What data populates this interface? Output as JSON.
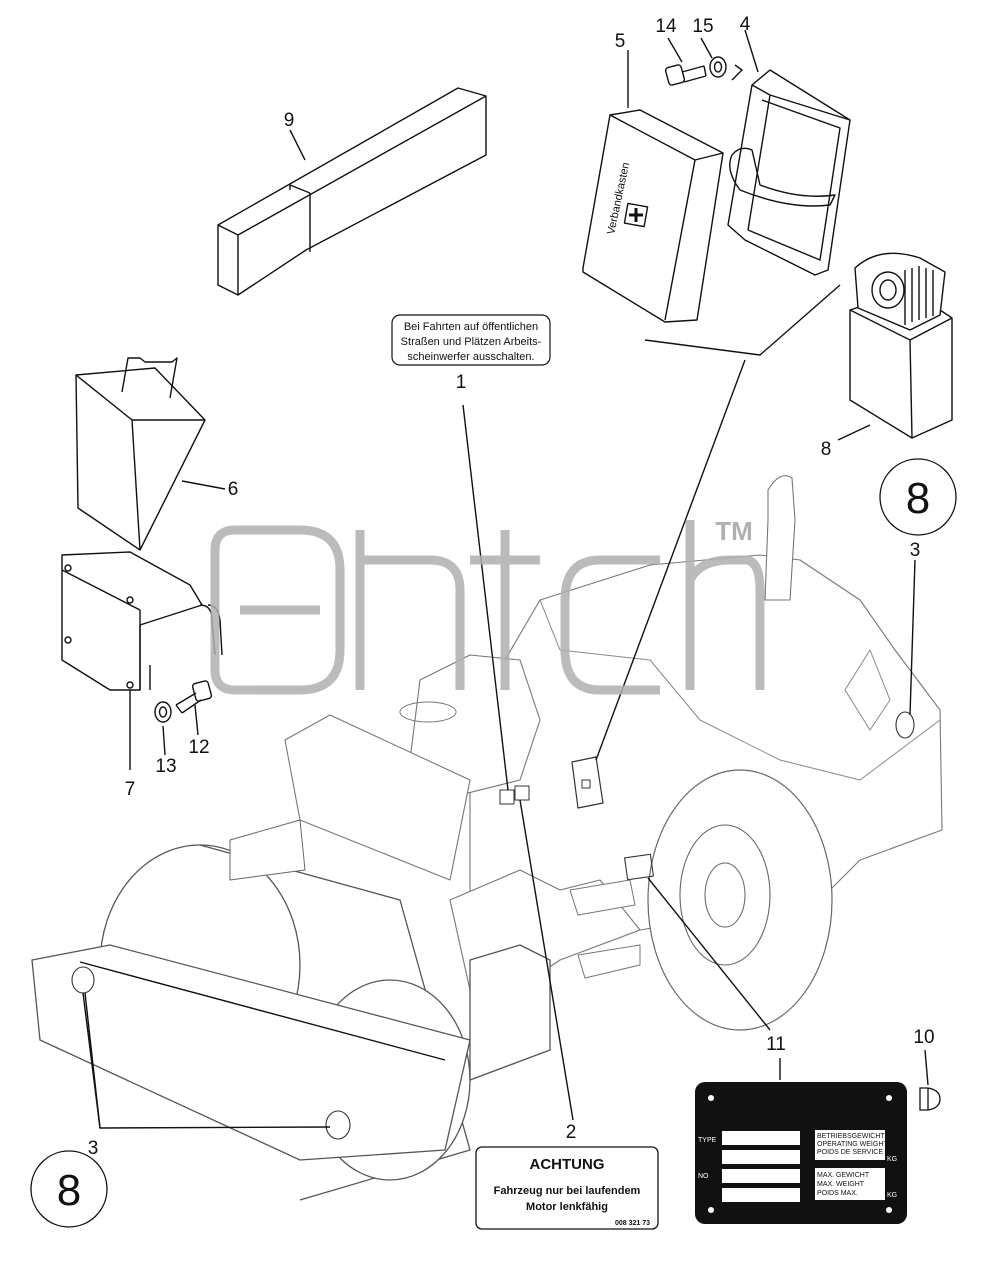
{
  "callouts": {
    "c1": "1",
    "c2": "2",
    "c3a": "3",
    "c3b": "3",
    "c4": "4",
    "c5": "5",
    "c6": "6",
    "c7": "7",
    "c8": "8",
    "c9": "9",
    "c10": "10",
    "c11": "11",
    "c12": "12",
    "c13": "13",
    "c14": "14",
    "c15": "15"
  },
  "decal_8": "8",
  "note_label": {
    "line1": "Bei Fahrten auf öffentlichen",
    "line2": "Straßen und Plätzen Arbeits-",
    "line3": "scheinwerfer ausschalten."
  },
  "first_aid_kit": {
    "text": "Verbandkasten"
  },
  "achtung_label": {
    "title": "ACHTUNG",
    "line1": "Fahrzeug nur bei laufendem",
    "line2": "Motor lenkfähig",
    "code": "008 321 73"
  },
  "type_plate": {
    "type": "TYPE",
    "no": "NO",
    "weight1": "BETRIEBSGEWICHT",
    "weight2": "OPERATING WEIGHT",
    "weight3": "POIDS DE SERVICE",
    "max1": "MAX. GEWICHT",
    "max2": "MAX. WEIGHT",
    "max3": "POIDS MAX.",
    "kg1": "KG",
    "kg2": "KG"
  },
  "watermark": {
    "tm": "TM"
  },
  "colors": {
    "line": "#111111",
    "watermark": "#b0b0b0"
  }
}
